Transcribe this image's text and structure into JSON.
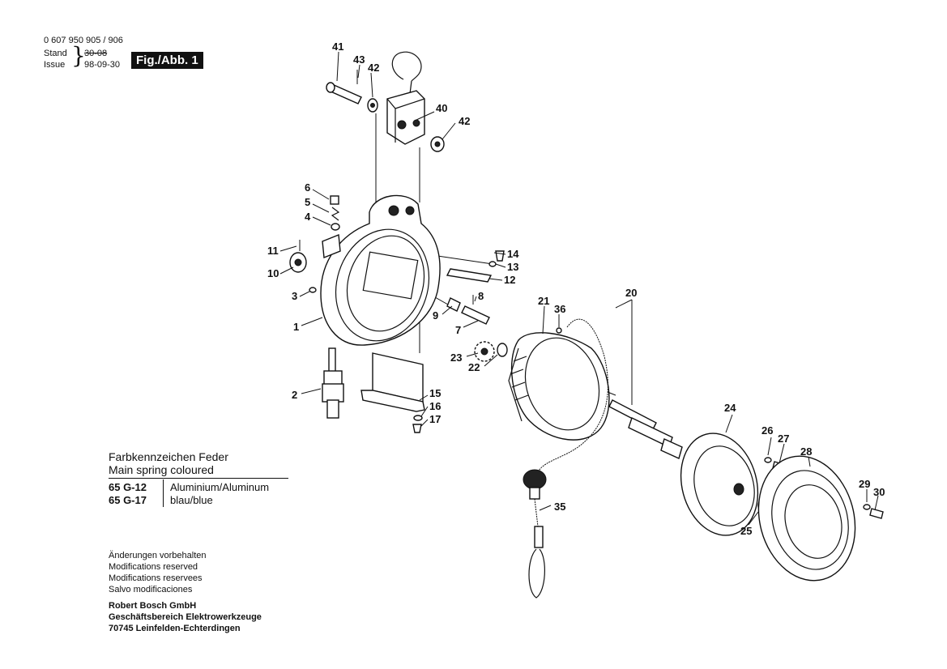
{
  "header": {
    "document_number": "0 607 950 905 / 906",
    "stand_label": "Stand",
    "stand_value": "30-08",
    "issue_label": "Issue",
    "issue_value": "98-09-30",
    "figure_label": "Fig./Abb. 1"
  },
  "legend": {
    "title_de": "Farbkennzeichen Feder",
    "title_en": "Main spring coloured",
    "rows": [
      {
        "code": "65 G-12",
        "desc": "Aluminium/Aluminum"
      },
      {
        "code": "65 G-17",
        "desc": "blau/blue"
      }
    ]
  },
  "notes": [
    "Änderungen vorbehalten",
    "Modifications reserved",
    "Modifications reservees",
    "Salvo modificaciones"
  ],
  "company": [
    "Robert Bosch GmbH",
    "Geschäftsbereich Elektrowerkzeuge",
    "70745 Leinfelden-Echterdingen"
  ],
  "parts": {
    "p41": "41",
    "p43": "43",
    "p42a": "42",
    "p40": "40",
    "p42b": "42",
    "p6": "6",
    "p5": "5",
    "p4": "4",
    "p11": "11",
    "p10": "10",
    "p3": "3",
    "p1": "1",
    "p2": "2",
    "p14": "14",
    "p13": "13",
    "p12": "12",
    "p8": "8",
    "p9": "9",
    "p7": "7",
    "p21": "21",
    "p36": "36",
    "p23": "23",
    "p22": "22",
    "p15": "15",
    "p16": "16",
    "p17": "17",
    "p20": "20",
    "p24": "24",
    "p26": "26",
    "p27": "27",
    "p28": "28",
    "p35": "35",
    "p29": "29",
    "p30": "30",
    "p25": "25"
  }
}
